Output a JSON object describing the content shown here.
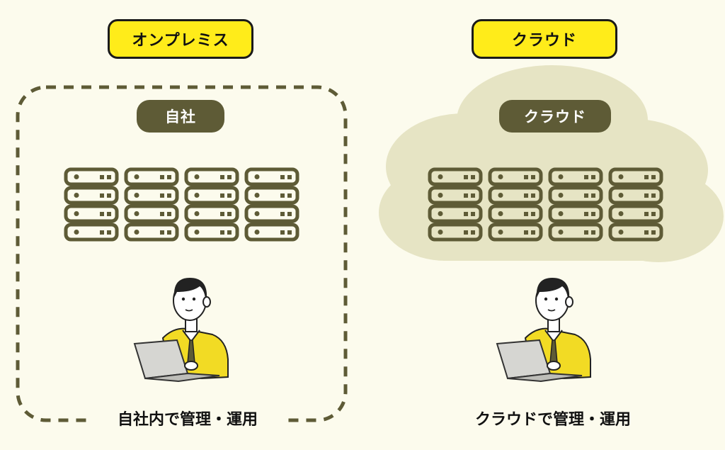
{
  "onprem": {
    "title": "オンプレミス",
    "location_label": "自社",
    "caption": "自社内で管理・運用"
  },
  "cloud": {
    "title": "クラウド",
    "location_label": "クラウド",
    "caption": "クラウドで管理・運用"
  },
  "colors": {
    "background": "#fcfbed",
    "title_pill": "#ffec1a",
    "sub_pill": "#5e5b36",
    "server": "#5e5b36",
    "cloud_fill": "#e6e4c4",
    "shirt": "#f2db24"
  },
  "icons": [
    "server-rack-icon",
    "person-with-laptop-icon",
    "cloud-shape"
  ]
}
